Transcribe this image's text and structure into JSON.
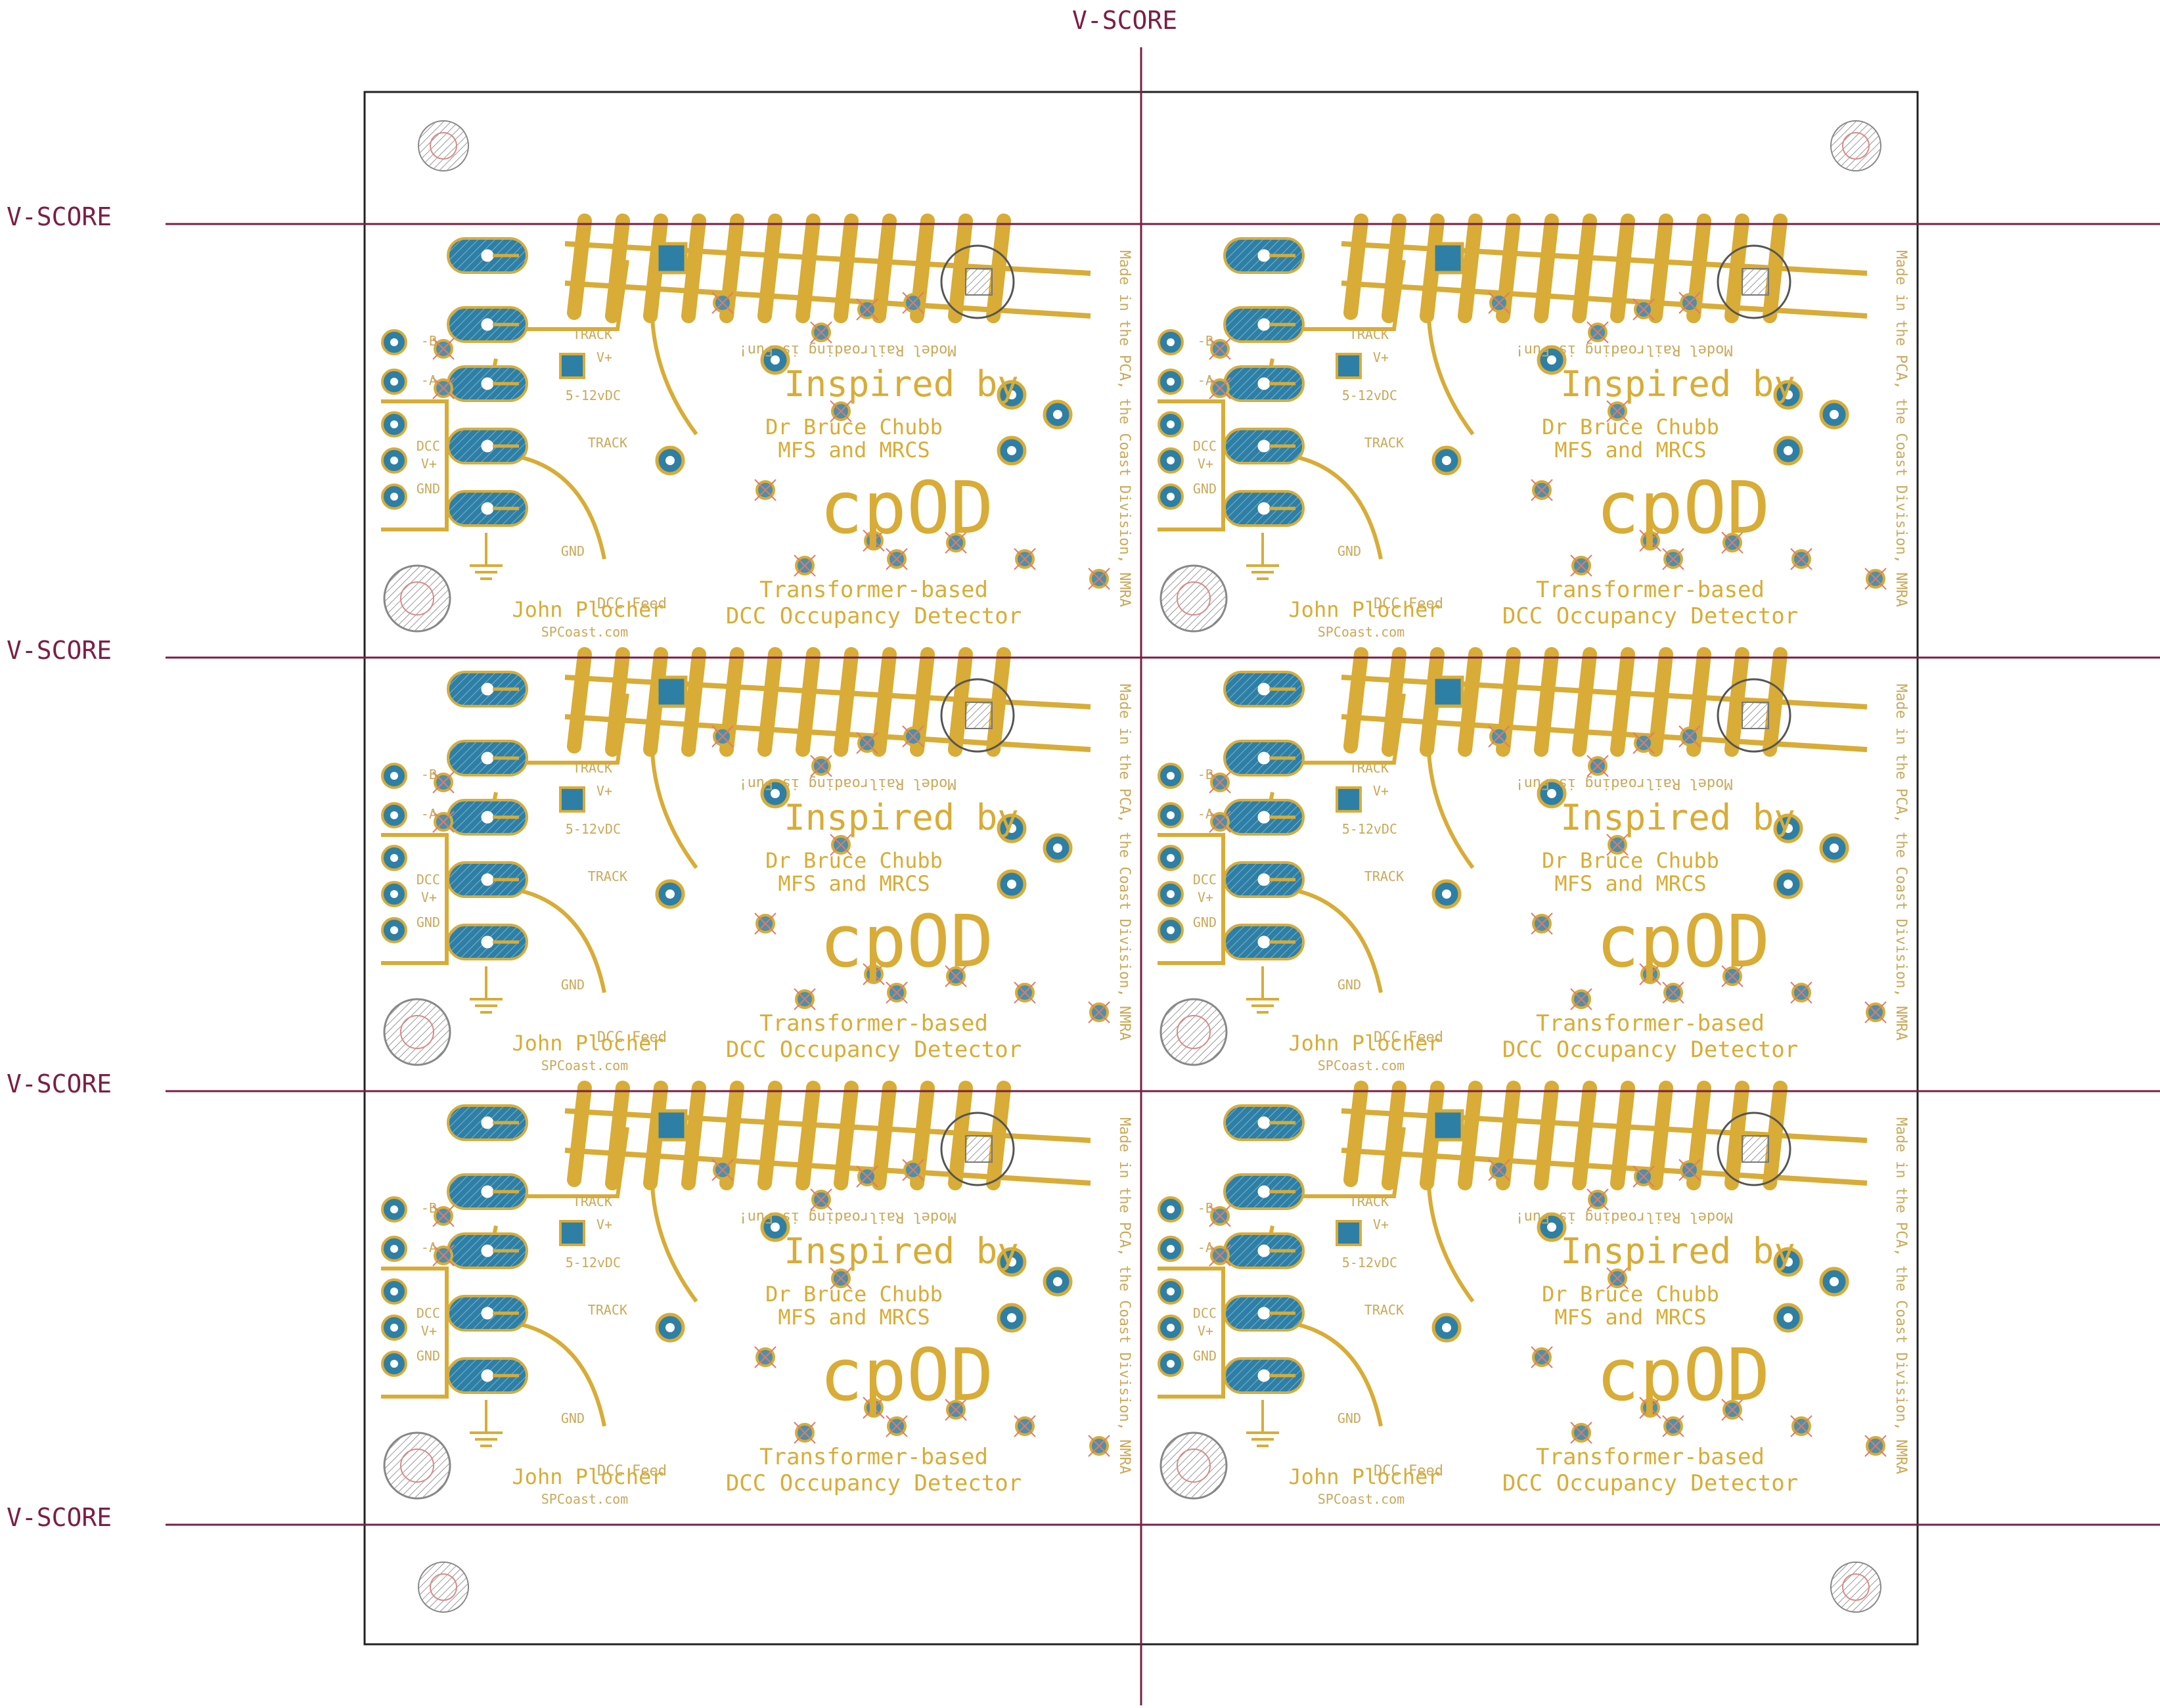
{
  "vscore_label": "V-SCORE",
  "colors": {
    "score_line": "#7a1f45",
    "copper": "#d8ac36",
    "pad": "#2e7fa6",
    "outline": "#222222",
    "silk": "#c9a95a"
  },
  "panel": {
    "columns": 2,
    "rows": 3
  },
  "board": {
    "title_line1": "Inspired by",
    "title_line2": "Dr Bruce Chubb",
    "title_line3": "MFS  and MRCS",
    "logo": "cpOD",
    "desc_line1": "Transformer-based",
    "desc_line2": "DCC Occupancy Detector",
    "author": "John Plocher",
    "site": "SPCoast.com",
    "slogan": "Model Railroading is Fun!",
    "side_text": "Made in the PCA, the Coast Division, NMRA",
    "dcc_feed": "DCC Feed",
    "label_track": "TRACK",
    "label_vplus": "V+",
    "label_5_12": "5-12vDC",
    "label_gnd": "GND",
    "label_dcc": "DCC",
    "label_a": "-A",
    "label_b": "-B"
  }
}
